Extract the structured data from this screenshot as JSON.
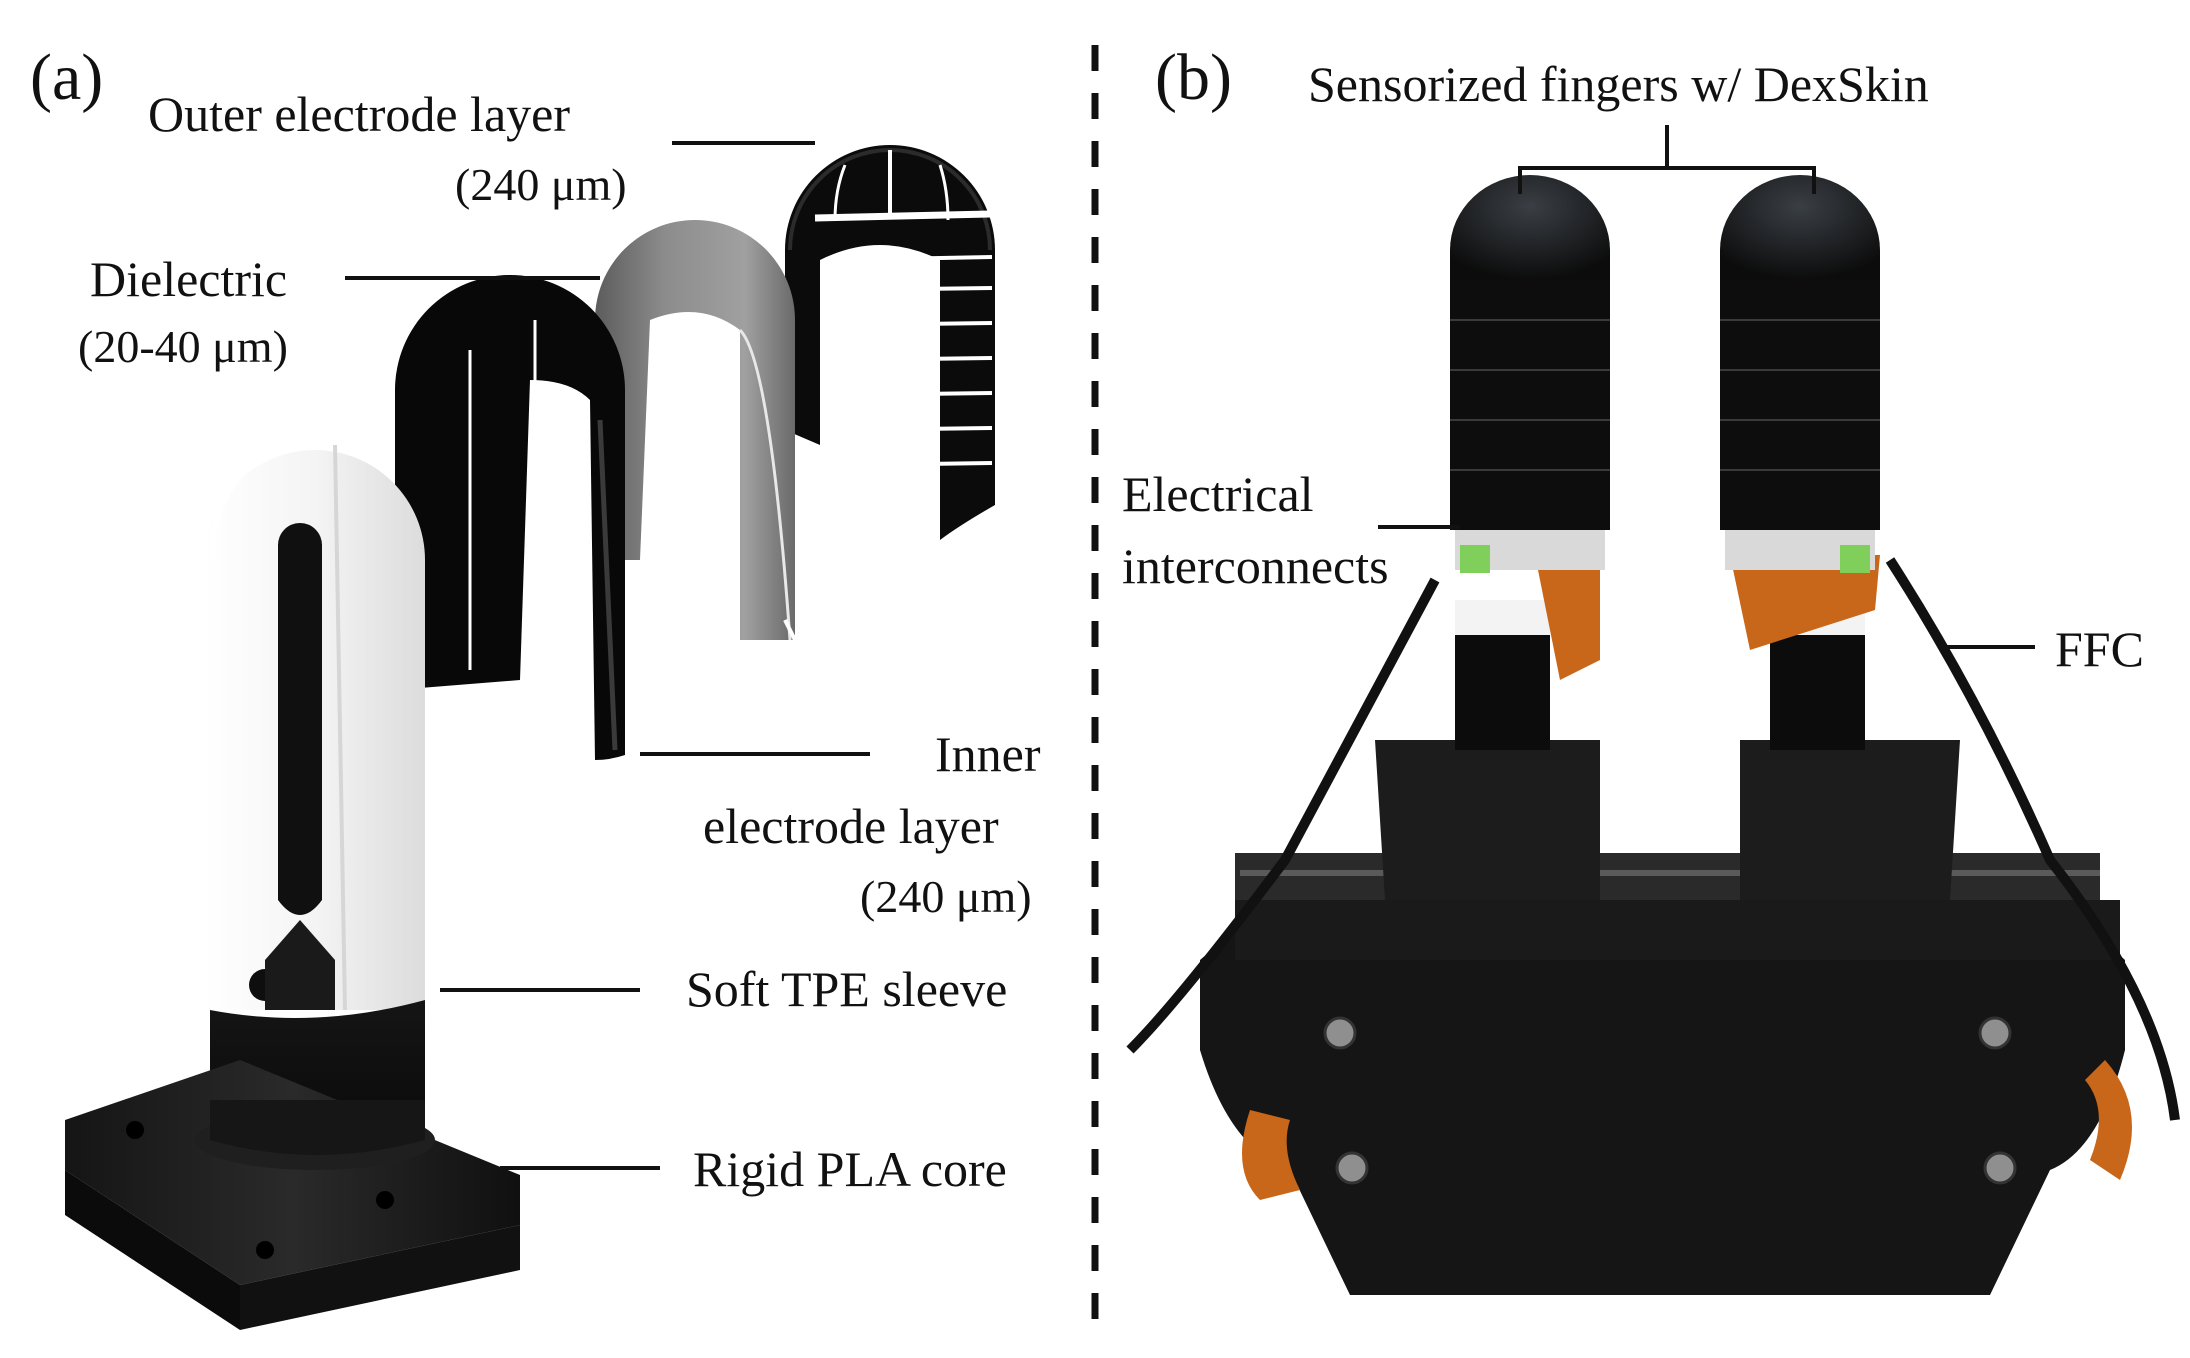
{
  "panel_a": {
    "tag": "(a)",
    "outer_electrode": {
      "name": "Outer electrode layer",
      "thickness": "(240 μm)"
    },
    "dielectric": {
      "name": "Dielectric",
      "thickness": "(20-40 μm)"
    },
    "inner_electrode": {
      "line1": "Inner",
      "line2": "electrode layer",
      "thickness": "(240 μm)"
    },
    "sleeve": "Soft TPE sleeve",
    "core": "Rigid PLA core"
  },
  "panel_b": {
    "tag": "(b)",
    "fingers": "Sensorized fingers w/ DexSkin",
    "interconnects": {
      "line1": "Electrical",
      "line2": "interconnects"
    },
    "ffc": "FFC"
  },
  "colors": {
    "electrode": "#0a0a0a",
    "dielectric": "#8a8a8a",
    "sleeve": "#f0f0f0",
    "core": "#1a1a1a",
    "ribbon": "#c8661a",
    "interconnect_green": "#7fcf5a"
  }
}
